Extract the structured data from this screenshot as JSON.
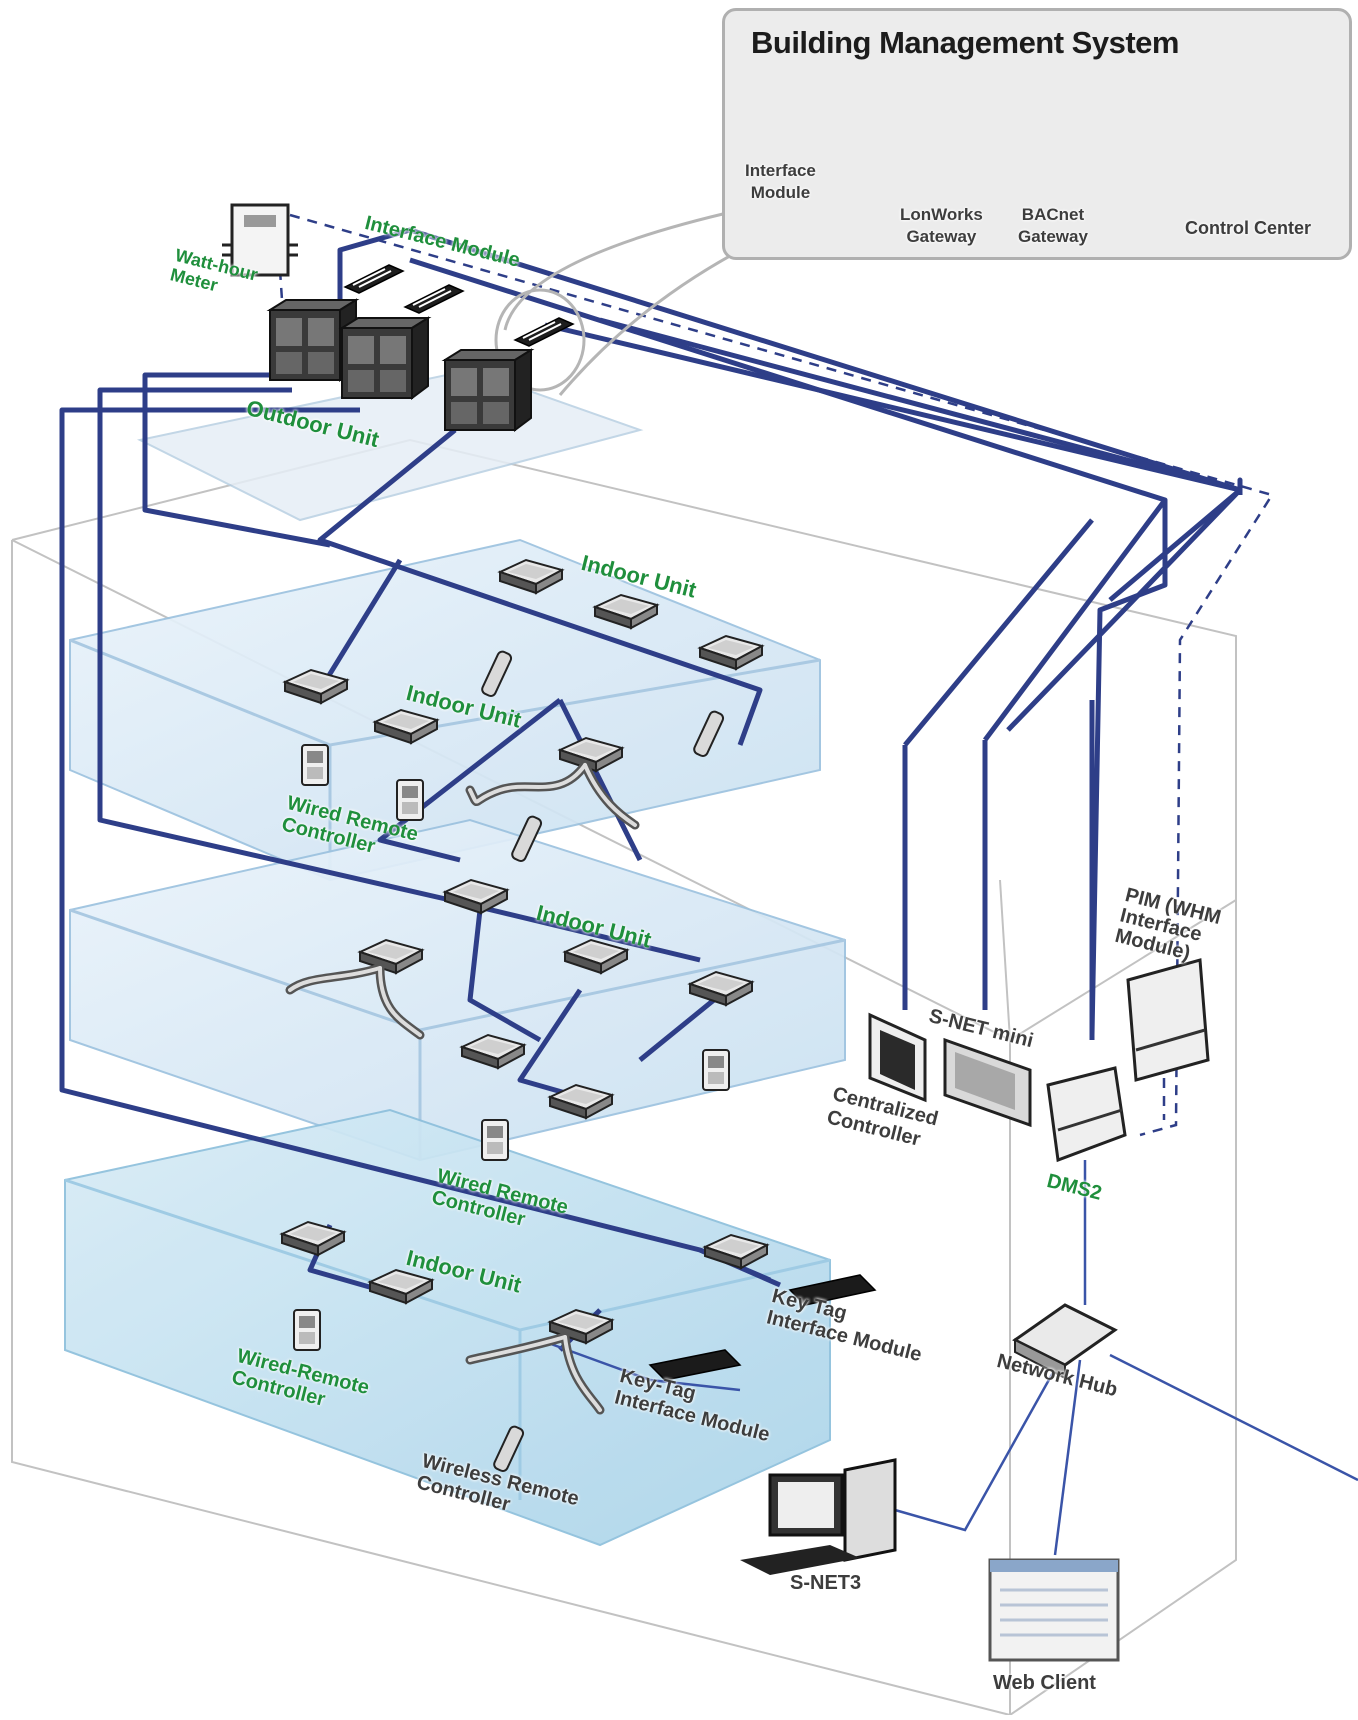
{
  "bms": {
    "title": "Building Management System",
    "interface_module": "Interface\nModule",
    "lonworks": "LonWorks\nGateway",
    "bacnet": "BACnet\nGateway",
    "control_center": "Control Center"
  },
  "labels": {
    "interface_module": "Interface Module",
    "watt_hour_meter": "Watt-hour\nMeter",
    "outdoor_unit": "Outdoor Unit",
    "indoor_unit": "Indoor Unit",
    "wired_remote": "Wired Remote\nController",
    "wired_remote_2": "Wired-Remote\nController",
    "wireless_remote": "Wireless Remote\nController",
    "key_tag": "Key Tag\nInterface Module",
    "key_tag_2": "Key-Tag\nInterface Module",
    "snet_mini": "S-NET mini",
    "centralized": "Centralized\nController",
    "dms2": "DMS2",
    "pim": "PIM (WHM\nInterface\nModule)",
    "network_hub": "Network Hub",
    "snet3": "S-NET3",
    "web_client": "Web Client"
  },
  "colors": {
    "cable": "#2e3e88",
    "label_green": "#1f8f3c",
    "floor_fill": "#dcebf7",
    "floor_edge": "#9cc2df"
  }
}
